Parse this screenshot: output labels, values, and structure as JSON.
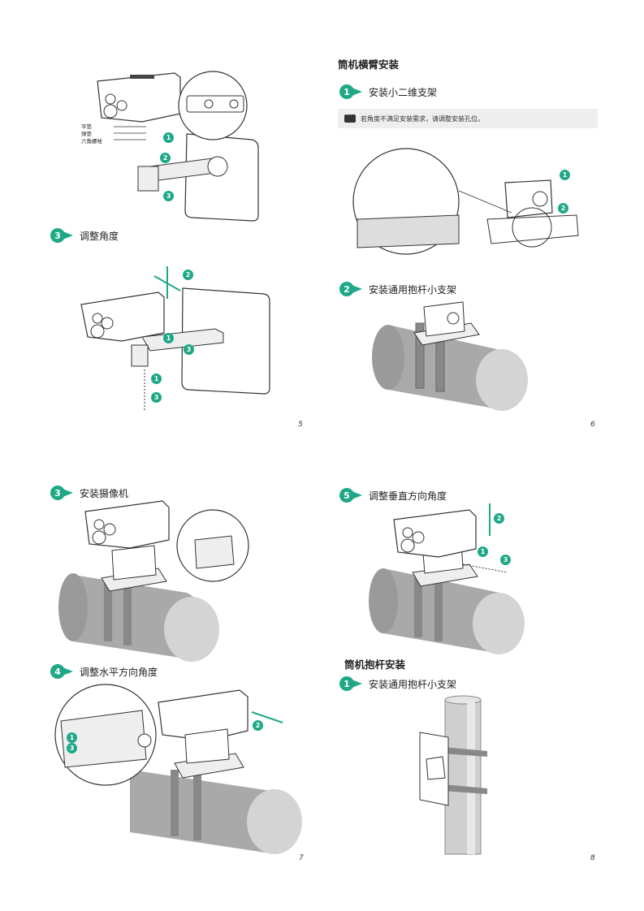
{
  "left_top": {
    "callouts": [
      "平垫",
      "弹垫",
      "六角螺栓"
    ]
  },
  "steps": {
    "adjust_angle": {
      "num": "3",
      "label": "调整角度"
    },
    "install_small_bracket": {
      "num": "1",
      "label": "安装小二维支架"
    },
    "install_pole_bracket": {
      "num": "2",
      "label": "安装通用抱杆小支架"
    },
    "install_camera": {
      "num": "3",
      "label": "安装摄像机"
    },
    "adjust_horizontal": {
      "num": "4",
      "label": "调整水平方向角度"
    },
    "adjust_vertical": {
      "num": "5",
      "label": "调整垂直方向角度"
    },
    "pole_install_bracket": {
      "num": "1",
      "label": "安装通用抱杆小支架"
    }
  },
  "headings": {
    "arm_mount": "筒机横臂安装",
    "pole_mount": "筒机抱杆安装"
  },
  "note": {
    "text": "若角度不满足安装需求，请调整安装孔位。",
    "icon": "message-icon"
  },
  "badges": {
    "one": "1",
    "two": "2",
    "three": "3"
  },
  "page_numbers": {
    "p5": "5",
    "p6": "6",
    "p7": "7",
    "p8": "8"
  },
  "colors": {
    "accent": "#1fa887",
    "pipe": "#a9a9a9",
    "note_bg": "#eeeeee"
  }
}
